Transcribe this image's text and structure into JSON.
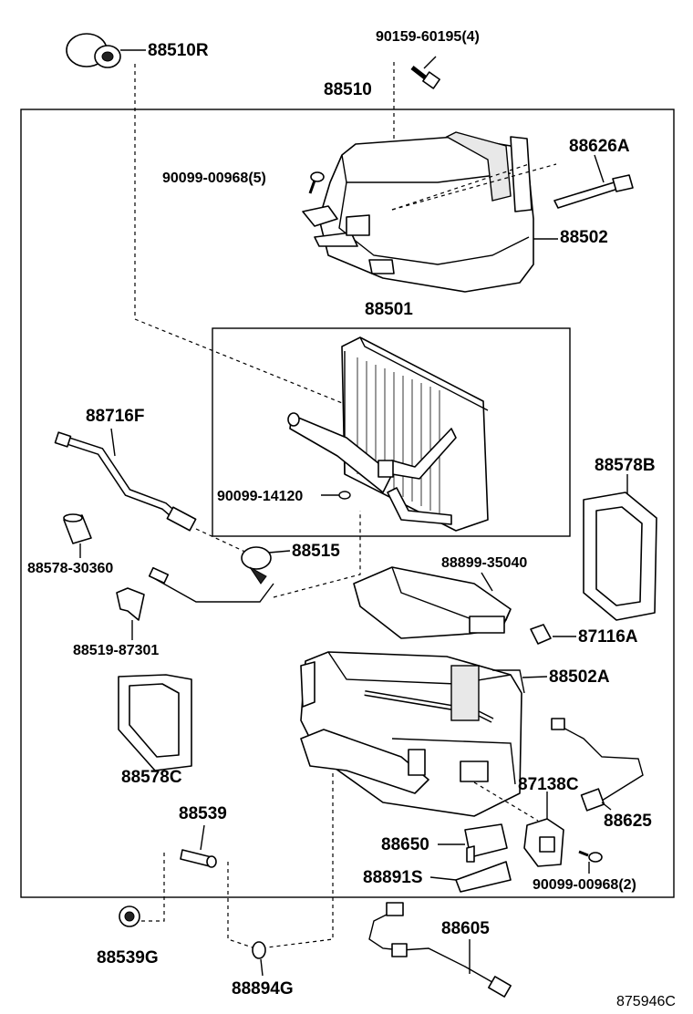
{
  "labels": {
    "p88510R": "88510R",
    "p90159": "90159-60195(4)",
    "p88510": "88510",
    "p88626A": "88626A",
    "p90099_5": "90099-00968(5)",
    "p88502": "88502",
    "p88501": "88501",
    "p88716F": "88716F",
    "p88578B": "88578B",
    "p90099_14120": "90099-14120",
    "p88578_30360": "88578-30360",
    "p88515": "88515",
    "p88899": "88899-35040",
    "p87116A": "87116A",
    "p88519": "88519-87301",
    "p88502A": "88502A",
    "p88578C": "88578C",
    "p87138C": "87138C",
    "p88625": "88625",
    "p88539": "88539",
    "p88650": "88650",
    "p88891S": "88891S",
    "p90099_2": "90099-00968(2)",
    "p88605": "88605",
    "p88539G": "88539G",
    "p88894G": "88894G",
    "drawing_no": "875946C"
  }
}
